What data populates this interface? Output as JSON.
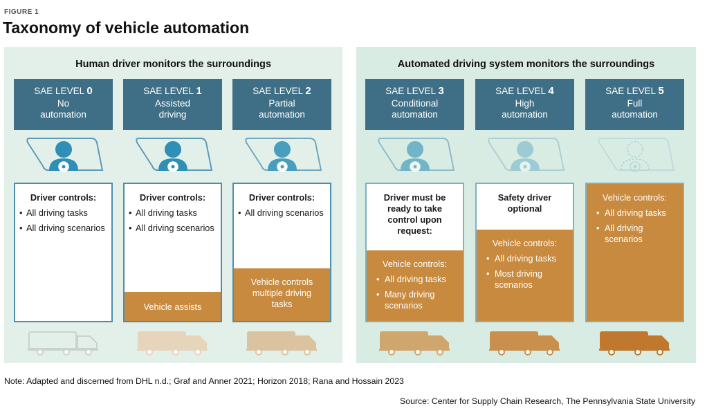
{
  "figure_label": "FIGURE 1",
  "title": "Taxonomy of vehicle automation",
  "panels": {
    "left_title": "Human driver monitors the surroundings",
    "right_title": "Automated driving system monitors the surroundings"
  },
  "levels": [
    {
      "prefix": "SAE LEVEL",
      "num": "0",
      "desc1": "No",
      "desc2": "automation",
      "driver_head": "Driver controls:",
      "driver_items": [
        "All driving tasks",
        "All driving scenarios"
      ],
      "vehicle_head": "",
      "vehicle_items": []
    },
    {
      "prefix": "SAE LEVEL",
      "num": "1",
      "desc1": "Assisted",
      "desc2": "driving",
      "driver_head": "Driver controls:",
      "driver_items": [
        "All driving tasks",
        "All driving scenarios"
      ],
      "vehicle_head": "Vehicle assists",
      "vehicle_items": []
    },
    {
      "prefix": "SAE LEVEL",
      "num": "2",
      "desc1": "Partial",
      "desc2": "automation",
      "driver_head": "Driver controls:",
      "driver_items": [
        "All driving scenarios"
      ],
      "vehicle_head": "Vehicle controls multiple driving tasks",
      "vehicle_items": []
    },
    {
      "prefix": "SAE LEVEL",
      "num": "3",
      "desc1": "Conditional",
      "desc2": "automation",
      "driver_head": "Driver must be ready to take control upon request:",
      "driver_items": [],
      "vehicle_head": "Vehicle controls:",
      "vehicle_items": [
        "All driving tasks",
        "Many driving scenarios"
      ]
    },
    {
      "prefix": "SAE LEVEL",
      "num": "4",
      "desc1": "High",
      "desc2": "automation",
      "driver_head": "Safety driver optional",
      "driver_items": [],
      "vehicle_head": "Vehicle controls:",
      "vehicle_items": [
        "All driving tasks",
        "Most driving scenarios"
      ]
    },
    {
      "prefix": "SAE LEVEL",
      "num": "5",
      "desc1": "Full",
      "desc2": "automation",
      "driver_head": "",
      "driver_items": [],
      "vehicle_head": "Vehicle controls:",
      "vehicle_items": [
        "All driving tasks",
        "All driving scenarios"
      ]
    }
  ],
  "colors": {
    "level_header": "#3f6f86",
    "vehicle_control": "#c88a3e",
    "driver_border": "#4a8fb0",
    "panel_bg": "#e3f0ea"
  },
  "note": "Note: Adapted and discerned from DHL n.d.; Graf and Anner 2021; Horizon 2018; Rana and Hossain 2023",
  "source": "Source: Center for Supply Chain Research, The Pennsylvania State University"
}
